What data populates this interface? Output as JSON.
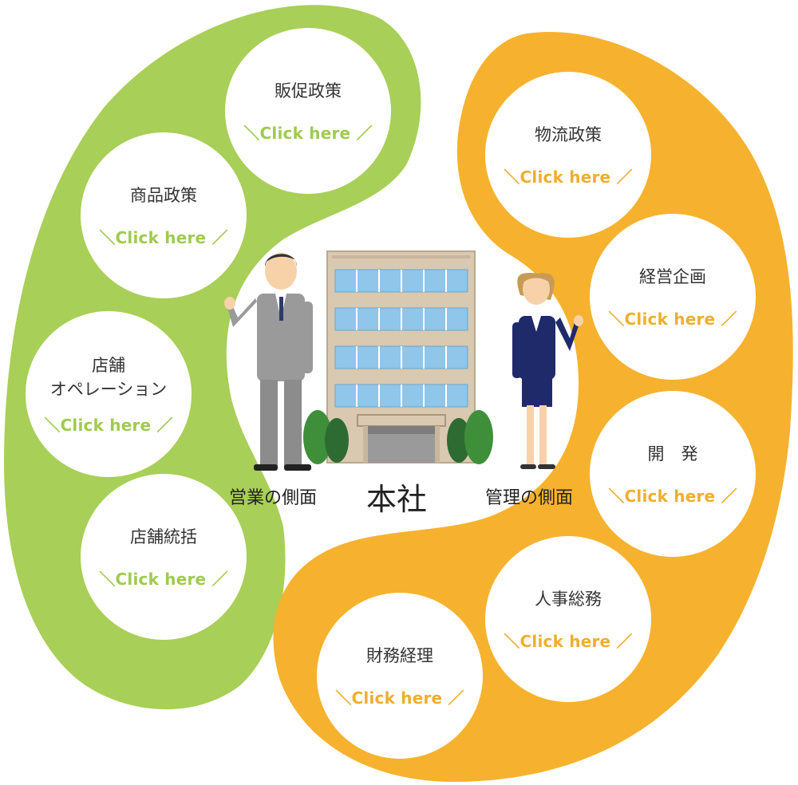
{
  "colors": {
    "green": "#a8cf57",
    "orange": "#f6b22e",
    "green_text": "#9fcb4f",
    "orange_text": "#f0ae2e"
  },
  "center": {
    "title": "本社",
    "sales_side": "営業の側面",
    "admin_side": "管理の側面"
  },
  "green_group": [
    {
      "title": "販促政策",
      "cta": "＼Click here ／"
    },
    {
      "title": "商品政策",
      "cta": "＼Click here ／"
    },
    {
      "title": "店舗\nオペレーション",
      "cta": "＼Click here ／"
    },
    {
      "title": "店舗統括",
      "cta": "＼Click here ／"
    }
  ],
  "orange_group": [
    {
      "title": "物流政策",
      "cta": "＼Click here ／"
    },
    {
      "title": "経営企画",
      "cta": "＼Click here ／"
    },
    {
      "title": "開　発",
      "cta": "＼Click here ／"
    },
    {
      "title": "人事総務",
      "cta": "＼Click here ／"
    },
    {
      "title": "財務経理",
      "cta": "＼Click here ／"
    }
  ],
  "icons": {
    "building": "office-building-icon",
    "man": "businessman-icon",
    "woman": "businesswoman-icon",
    "trees": "shrub-icon"
  }
}
